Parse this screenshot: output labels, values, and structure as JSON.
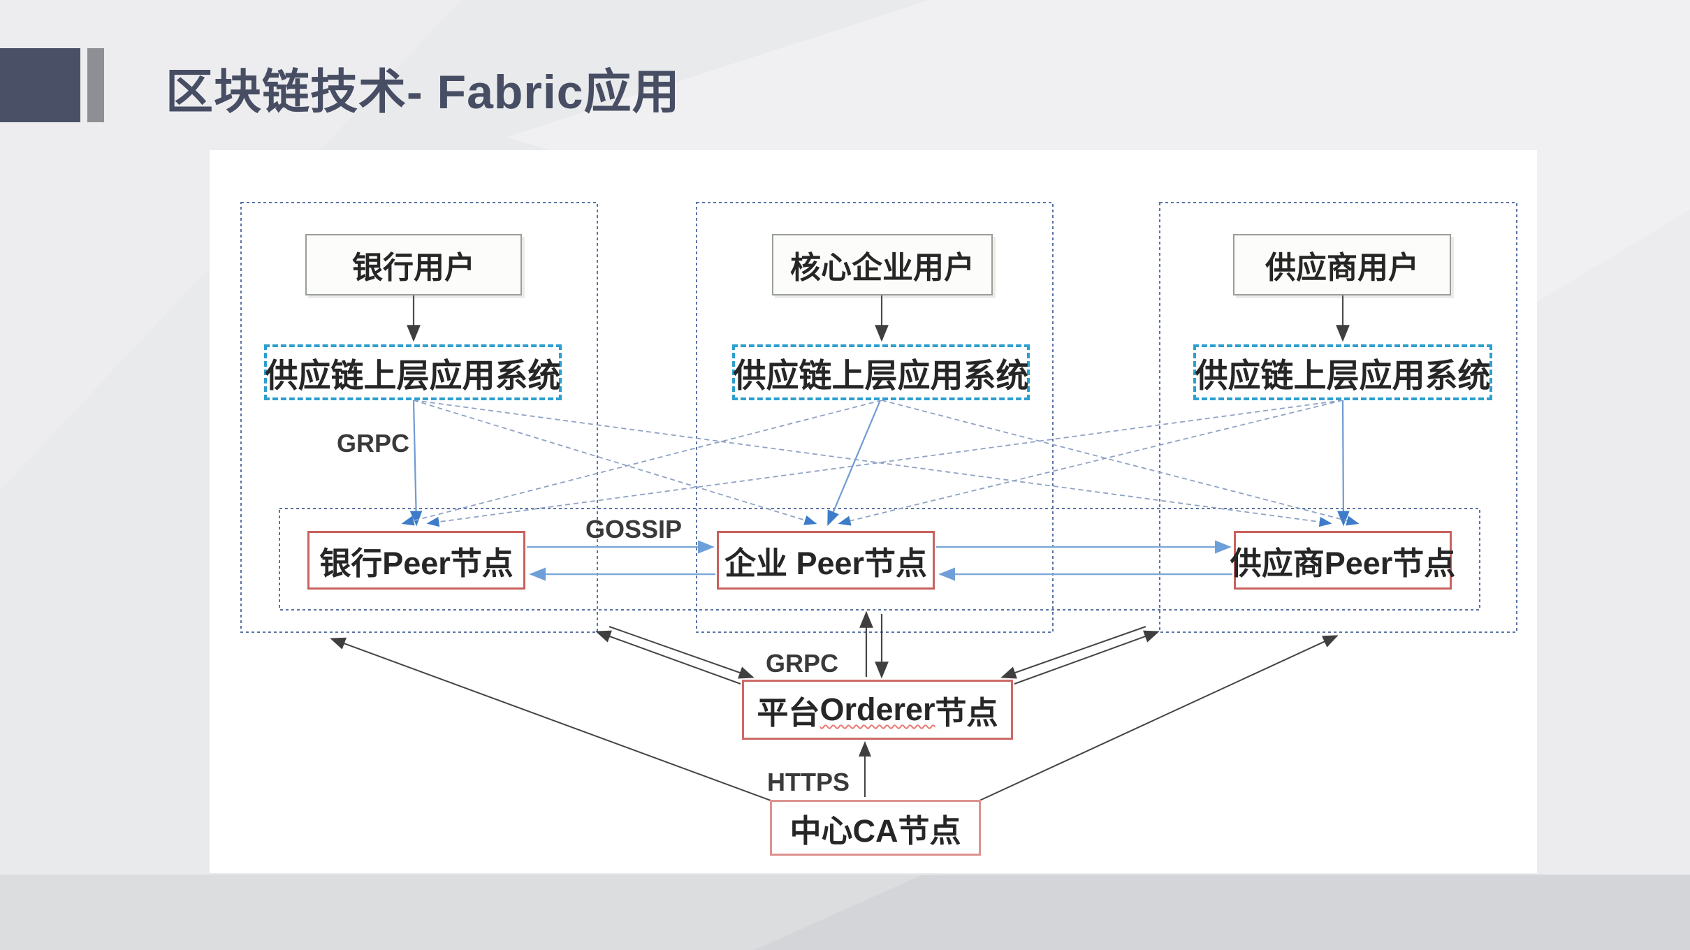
{
  "slide": {
    "title": "区块链技术- Fabric应用",
    "title_color": "#474d63",
    "accent_color": "#4a5066",
    "background_color": "#e9eaec",
    "panel_color": "#ffffff"
  },
  "diagram": {
    "columns": [
      {
        "user": "银行用户",
        "app": "供应链上层应用系统",
        "peer": "银行Peer节点"
      },
      {
        "user": "核心企业用户",
        "app": "供应链上层应用系统",
        "peer": "企业 Peer节点"
      },
      {
        "user": "供应商用户",
        "app": "供应链上层应用系统",
        "peer": "供应商Peer节点"
      }
    ],
    "orderer": {
      "prefix": "平台",
      "name": "Orderer",
      "suffix": "节点"
    },
    "ca": {
      "label": "中心CA节点"
    },
    "labels": {
      "grpc_top": "GRPC",
      "gossip": "GOSSIP",
      "grpc_bottom": "GRPC",
      "https": "HTTPS"
    },
    "colors": {
      "container_dash": "#5a73a6",
      "app_dash_border": "#2d9fcf",
      "node_red_border": "#c9625e",
      "ca_red_border": "#dd928f",
      "user_border": "#9aa096",
      "solid_blue_line": "#6f9bd2",
      "mesh_dash_line": "#8fa2c4",
      "peer_link_line": "#7fa9d8",
      "dark_arrow": "#3f3f3f"
    }
  }
}
